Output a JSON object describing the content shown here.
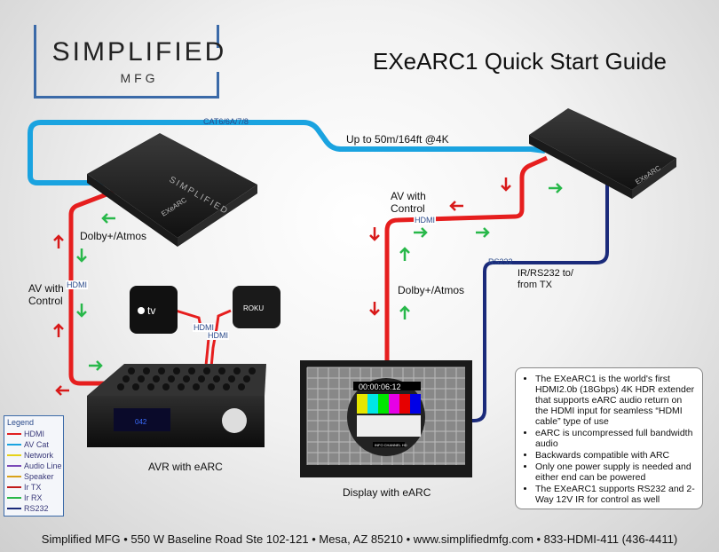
{
  "header": {
    "brand": "SIMPLIFIED",
    "brand_sub": "MFG",
    "title": "EXeARC1 Quick Start Guide"
  },
  "devices": {
    "device_label": "EXeARC",
    "brand_text": "SIMPLIFIED",
    "appletv_label": "tv",
    "roku_label": "ROKU",
    "avr_display": "042",
    "tv_timestamp": "00:00:06:12",
    "tv_channel": "INFO CHANNEL HD"
  },
  "cables": {
    "cat_label": "CAT6/6A/7/8",
    "distance": "Up to 50m/164ft @4K",
    "hdmi": "HDMI",
    "rs232": "RS232"
  },
  "labels": {
    "dolby_left": "Dolby+/Atmos",
    "dolby_right": "Dolby+/Atmos",
    "av_control_left": [
      "AV with",
      "Control"
    ],
    "av_control_right": [
      "AV with",
      "Control"
    ],
    "ir_rs232": [
      "IR/RS232 to/",
      "from TX"
    ],
    "avr_caption": "AVR with eARC",
    "display_caption": "Display with eARC"
  },
  "legend": {
    "title": "Legend",
    "items": [
      {
        "label": "HDMI",
        "color": "#e02020"
      },
      {
        "label": "AV Cat",
        "color": "#1aa3e0"
      },
      {
        "label": "Network",
        "color": "#e6d21a"
      },
      {
        "label": "Audio Line",
        "color": "#7a4ab8"
      },
      {
        "label": "Speaker",
        "color": "#d9a21a"
      },
      {
        "label": "Ir TX",
        "color": "#c01a1a"
      },
      {
        "label": "Ir RX",
        "color": "#2ab84a"
      },
      {
        "label": "RS232",
        "color": "#1a2a7a"
      }
    ]
  },
  "info_points": [
    "The EXeARC1 is the world's first HDMI2.0b (18Gbps) 4K HDR extender that supports eARC audio return on the HDMI input for seamless “HDMI cable” type of use",
    "eARC is uncompressed full bandwidth audio",
    "Backwards compatible with ARC",
    "Only one power supply is needed and either end can be powered",
    "The EXeARC1 supports RS232 and 2-Way 12V IR for control as well"
  ],
  "footer": "Simplified MFG • 550 W Baseline Road Ste 102-121 • Mesa, AZ 85210 • www.simplifiedmfg.com • 833-HDMI-411 (436-4411)",
  "colors": {
    "hdmi": "#e61e1e",
    "cat": "#1aa3e0",
    "rs232": "#1a2a7a",
    "arrow_green": "#28b84a",
    "arrow_red": "#d81a1a"
  }
}
